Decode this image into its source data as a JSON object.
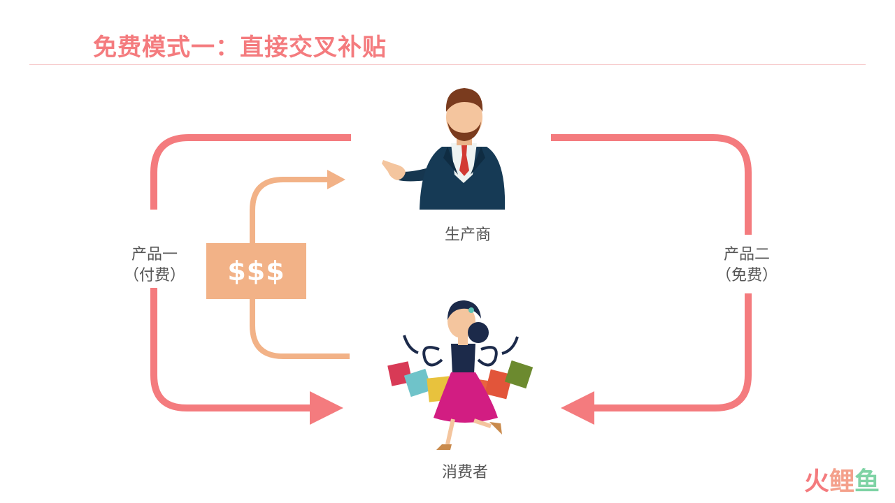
{
  "title": "免费模式一：直接交叉补贴",
  "colors": {
    "accent": "#f47b7e",
    "money": "#f2b287"
  },
  "nodes": {
    "producer": {
      "label": "生产商",
      "icon": "businessman-icon"
    },
    "consumer": {
      "label": "消费者",
      "icon": "shopper-woman-icon"
    }
  },
  "flows": {
    "product_one": {
      "line1": "产品一",
      "line2": "（付费）"
    },
    "product_two": {
      "line1": "产品二",
      "line2": "（免费）"
    },
    "money": "$$$"
  },
  "brand": {
    "char1": "火",
    "char2": "鲤",
    "char3": "鱼"
  }
}
